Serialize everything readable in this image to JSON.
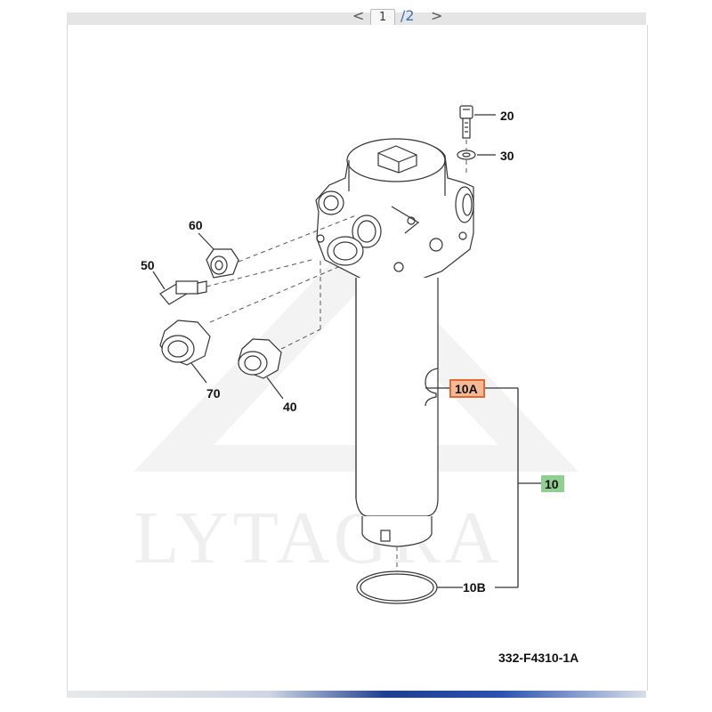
{
  "pager": {
    "prev": "<",
    "current": "1",
    "separator": "/",
    "total": "2",
    "next": ">"
  },
  "watermark": "LYTAGRA",
  "callouts": {
    "c20": "20",
    "c30": "30",
    "c60": "60",
    "c50": "50",
    "c70": "70",
    "c40": "40",
    "c10a": "10A",
    "c10": "10",
    "c10b": "10B"
  },
  "drawing_number": "332-F4310-1A",
  "colors": {
    "highlight_orange": "#f0a070",
    "highlight_orange_border": "#e06a30",
    "highlight_green": "#8fcf8f",
    "line": "#333333"
  }
}
